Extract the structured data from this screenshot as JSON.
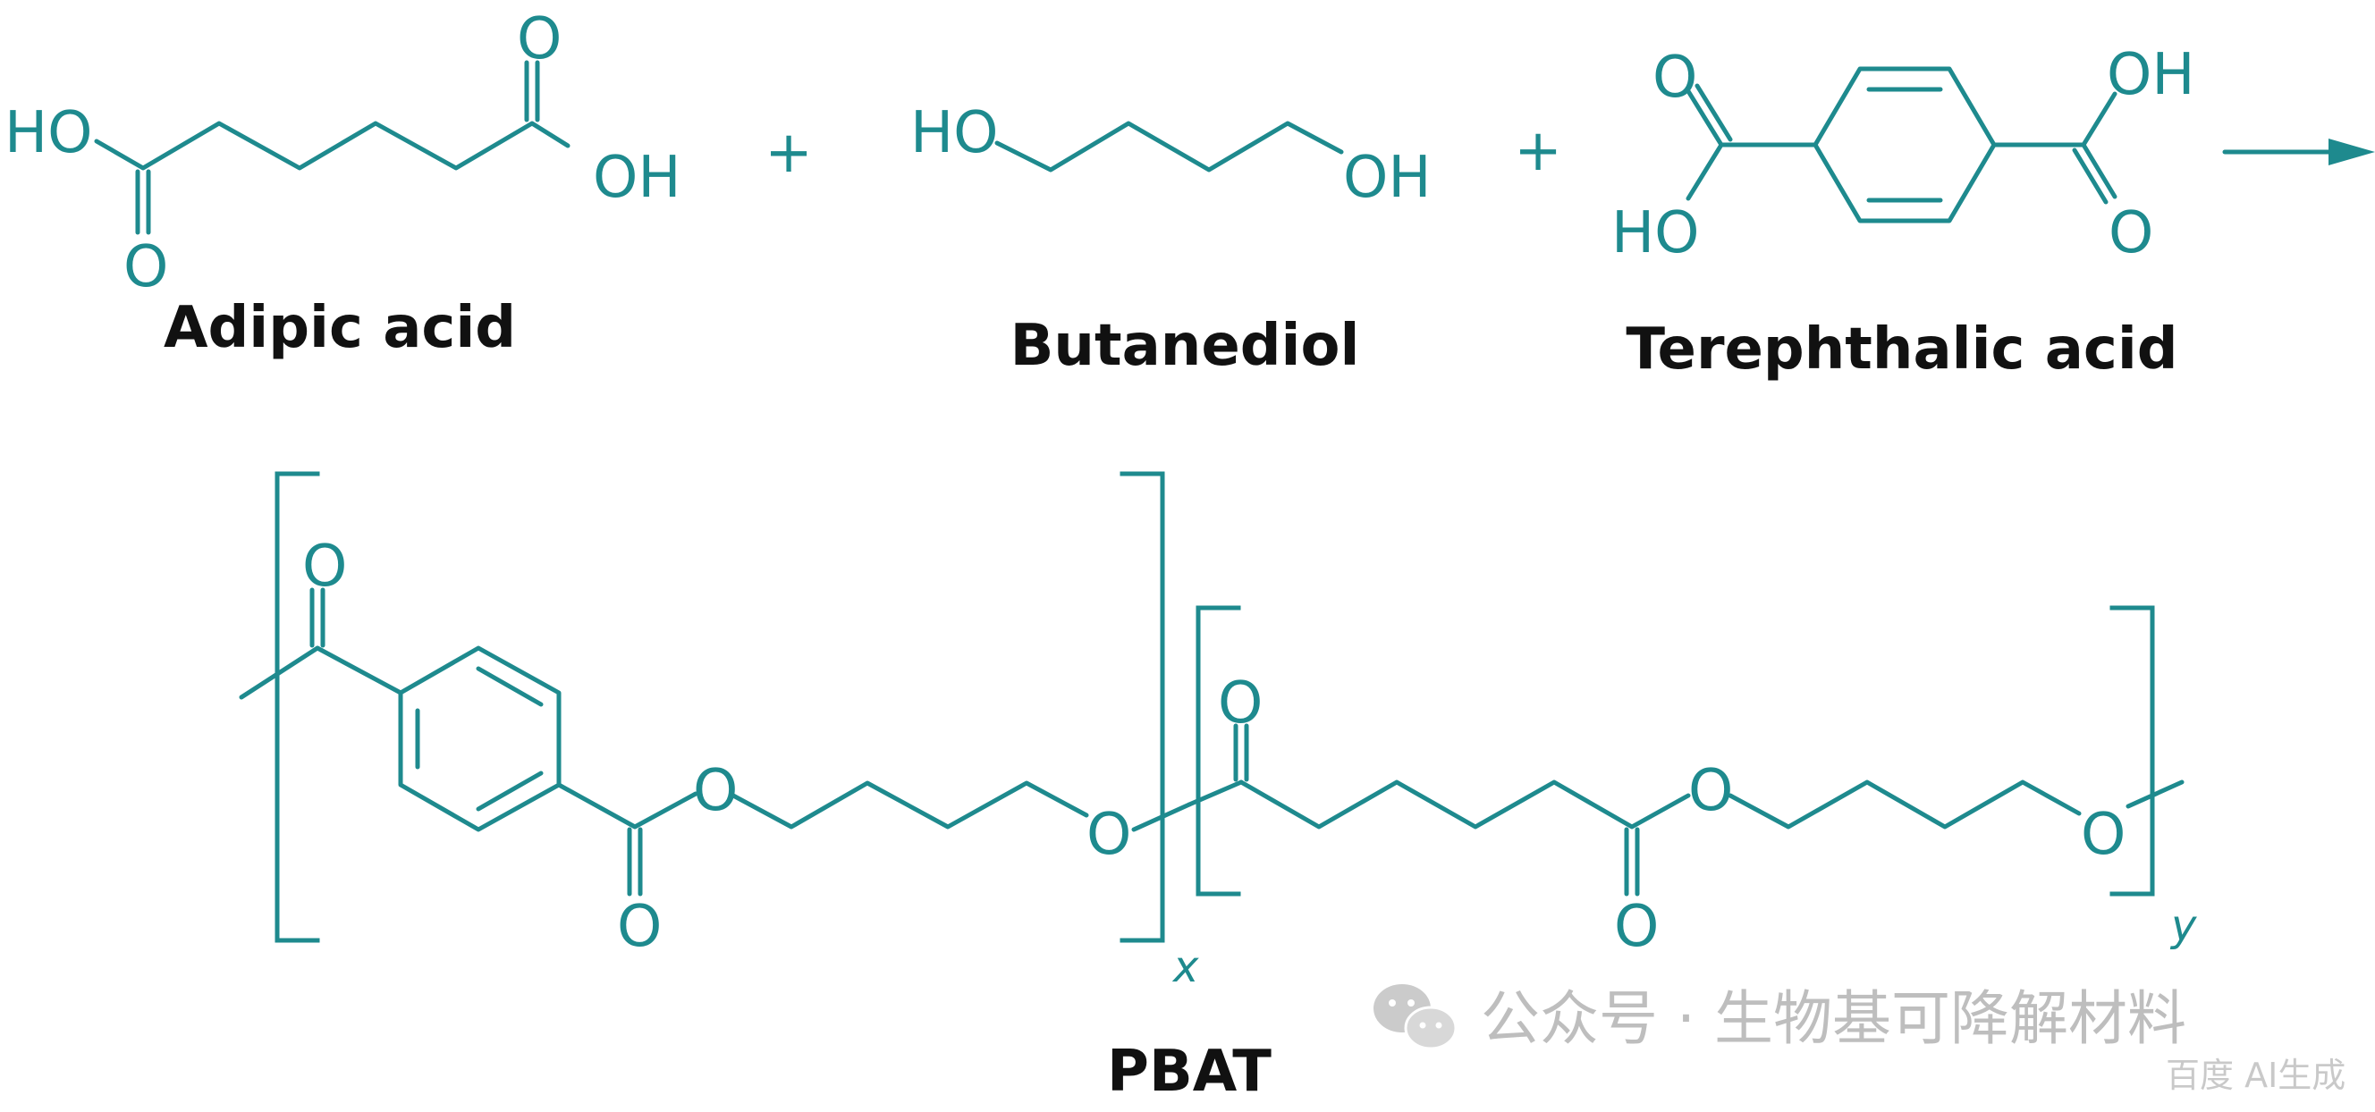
{
  "reactants": [
    {
      "name": "Adipic acid",
      "atoms": {
        "ho_left": "HO",
        "o_left": "O",
        "o_right": "O",
        "oh_right": "OH"
      }
    },
    {
      "name": "Butanediol",
      "atoms": {
        "ho_left": "HO",
        "oh_right": "OH"
      }
    },
    {
      "name": "Terephthalic acid",
      "atoms": {
        "o_left_top": "O",
        "ho_left_bottom": "HO",
        "oh_right_top": "OH",
        "o_right_bottom": "O"
      }
    }
  ],
  "operators": {
    "plus_1": "+",
    "plus_2": "+"
  },
  "product": {
    "name": "PBAT",
    "segment_x": {
      "subscript": "x",
      "atoms": {
        "o_carbonyl_top": "O",
        "o_ester_bottom": "O",
        "o_ester_1": "O",
        "o_ester_2": "O"
      }
    },
    "segment_y": {
      "subscript": "y",
      "atoms": {
        "o_carbonyl_top": "O",
        "o_carbonyl_bottom": "O",
        "o_ester_1": "O",
        "o_ester_2": "O"
      }
    }
  },
  "watermark": {
    "text": "公众号 · 生物基可降解材料",
    "badge": "百度 AI生成",
    "icon": "wechat-logo-icon"
  },
  "colors": {
    "structure": "#1e8a8e",
    "label": "#111111",
    "watermark": "#b8b8b8"
  }
}
